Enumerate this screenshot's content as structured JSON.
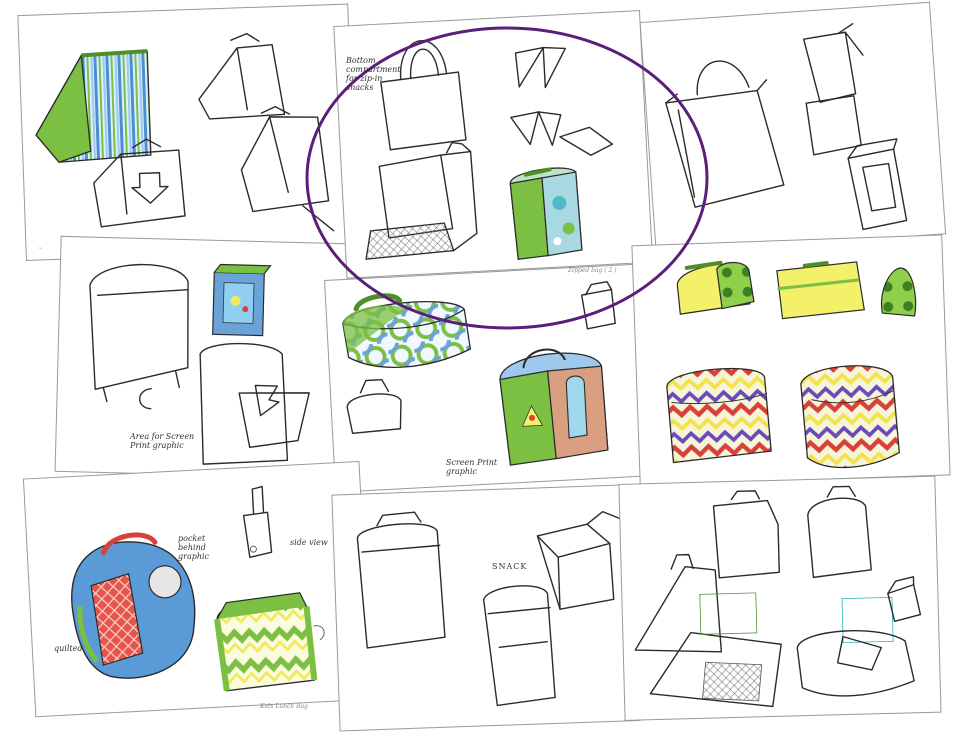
{
  "colors": {
    "green": "#7bc043",
    "dark_green": "#4f8f2a",
    "blue": "#6aa3d8",
    "light_blue": "#a9d0ee",
    "red": "#d8413a",
    "yellow": "#f3f06a",
    "purple_circle": "#5a1f78",
    "teal": "#2bb3b8"
  },
  "annotations": {
    "bottom_compartment": "Bottom compartment for zip-in snacks",
    "area_for_screen_print": "Area for Screen Print graphic",
    "screen_print_graphic": "Screen Print graphic",
    "kids_lunch_bag": "Kids Lunch Bag",
    "quilted": "quilted",
    "pocket_graphic": "pocket behind graphic",
    "side_view": "side view",
    "snack": "SNACK",
    "zipped_bag": "Zipped bag ( 2 )"
  },
  "highlight": {
    "shape": "ellipse",
    "color_name": "purple"
  }
}
